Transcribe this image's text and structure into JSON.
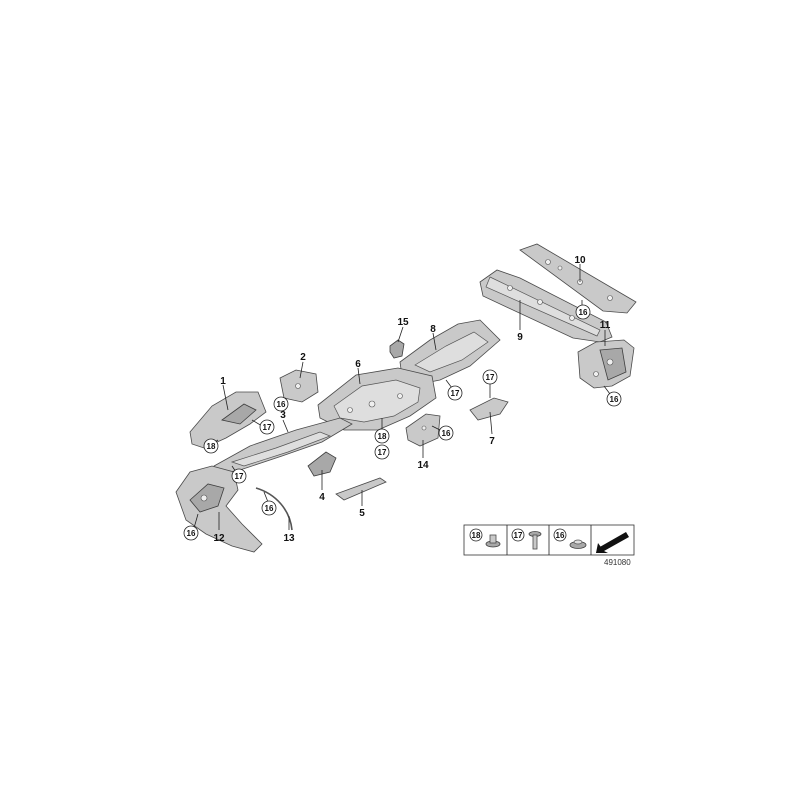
{
  "callouts": {
    "p1": "1",
    "p2": "2",
    "p3": "3",
    "p4": "4",
    "p5": "5",
    "p6": "6",
    "p7": "7",
    "p8": "8",
    "p9": "9",
    "p10": "10",
    "p11": "11",
    "p12": "12",
    "p13": "13",
    "p14": "14",
    "p15": "15"
  },
  "fastener_refs": {
    "r16": "16",
    "r17": "17",
    "r18": "18"
  },
  "legend": {
    "items": [
      "18",
      "17",
      "16"
    ]
  },
  "catalog_number": "491080"
}
